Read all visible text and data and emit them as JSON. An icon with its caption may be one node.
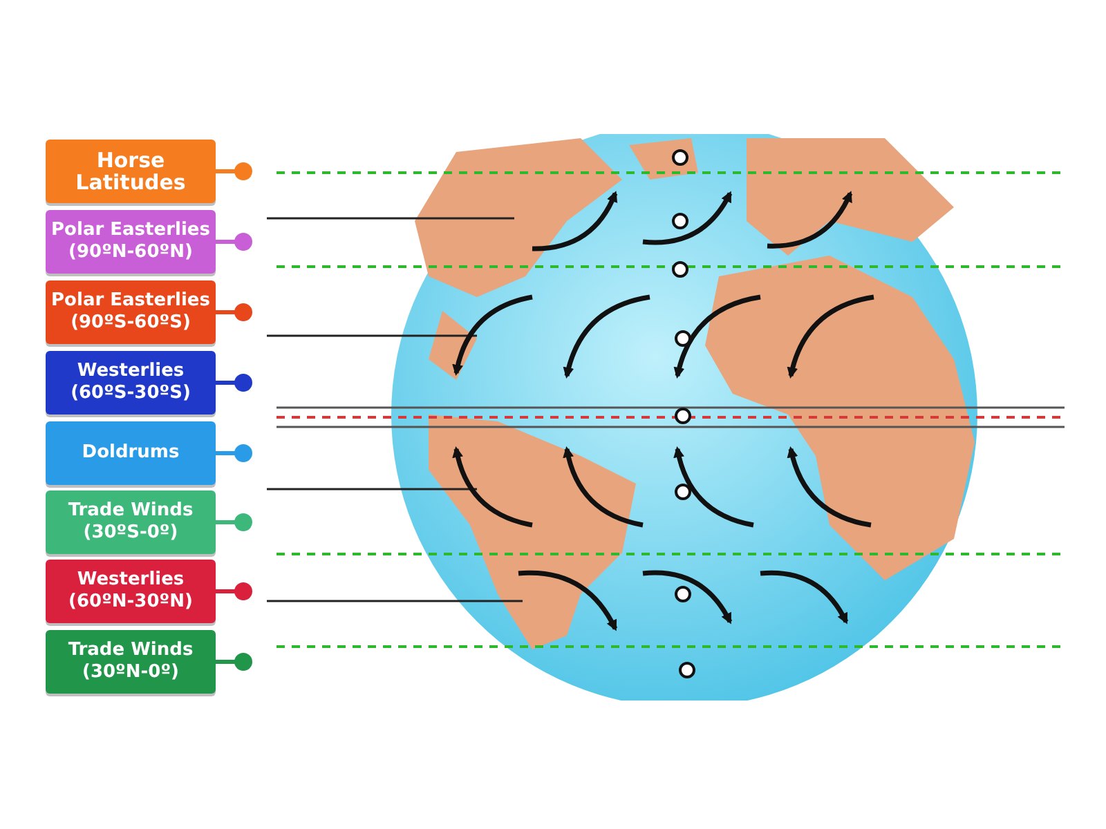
{
  "diagram": {
    "nodes": [
      {
        "text": [
          "Horse Latitudes"
        ]
      },
      {
        "text": [
          "Polar Easterlies (90ºN-60ºN)"
        ]
      },
      {
        "text": [
          "Polar Easterlies (90ºS-60ºS)"
        ]
      },
      {
        "text": [
          "Westerlies (60ºS-30ºS)"
        ]
      },
      {
        "text": [
          "Doldrums"
        ]
      },
      {
        "text": [
          "Trade Winds (30ºS-0º)"
        ]
      },
      {
        "text": [
          "Westerlies (60ºN-30ºN)"
        ]
      },
      {
        "text": [
          "Trade Winds (30ºN-0º)"
        ]
      }
    ]
  }
}
